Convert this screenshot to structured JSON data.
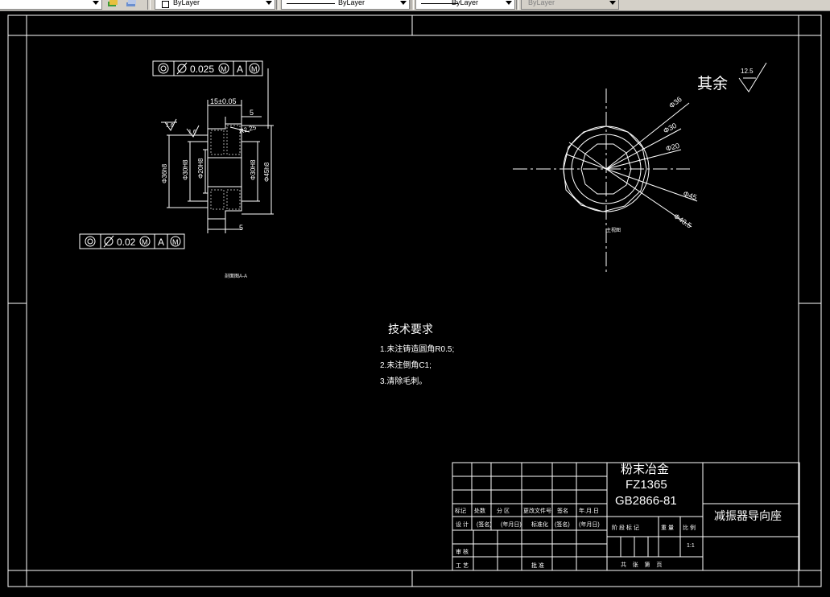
{
  "toolbar": {
    "combo_color": "ByLayer",
    "combo_linetype": "ByLayer",
    "combo_lineweight": "ByLayer",
    "combo_plotstyle": "ByLayer"
  },
  "drawing": {
    "fcf_top": {
      "tol": "0.025",
      "datum": "A"
    },
    "fcf_bottom": {
      "tol": "0.02",
      "datum": "A"
    },
    "dims_left": {
      "d1": "15±0.05",
      "d2": "5",
      "d3": "R2.25",
      "d4": "5",
      "phi36": "Φ36h8",
      "phi30a": "Φ30H8",
      "phi20": "Φ20H8",
      "phi30b": "Φ30H8",
      "phi45": "Φ45h8",
      "rough": "1.6",
      "section_label": "剖面图A-A"
    },
    "dims_right": {
      "d36": "Φ36",
      "d30": "Φ30",
      "d20": "Φ20",
      "d45": "Φ45",
      "d405": "Φ40.5",
      "view_label": "主视图"
    },
    "surface": {
      "text": "其余",
      "value": "12.5"
    },
    "tech": {
      "title": "技术要求",
      "item1": "1.未注铸造圆角R0.5;",
      "item2": "2.未注倒角C1;",
      "item3": "3.清除毛刺。"
    },
    "title_block": {
      "material1": "粉末冶金",
      "material2": "FZ1365",
      "material3": "GB2866-81",
      "part_name": "减振器导向座",
      "h_mark": "标记",
      "h_count": "处数",
      "h_zone": "分 区",
      "h_docno": "更改文件号",
      "h_sign": "签名",
      "h_date": "年.月.日",
      "r_design": "设 计",
      "r_sig1": "(签名)",
      "r_date1": "(年月日)",
      "r_std": "标准化",
      "r_sig2": "(签名)",
      "r_date2": "(年月日)",
      "r_check": "审 核",
      "r_process": "工 艺",
      "r_approve": "批 准",
      "stage": "阶 段 标 记",
      "weight": "重 量",
      "scale_label": "比 例",
      "scale": "1:1",
      "sheets": "共    张    第    页"
    }
  }
}
